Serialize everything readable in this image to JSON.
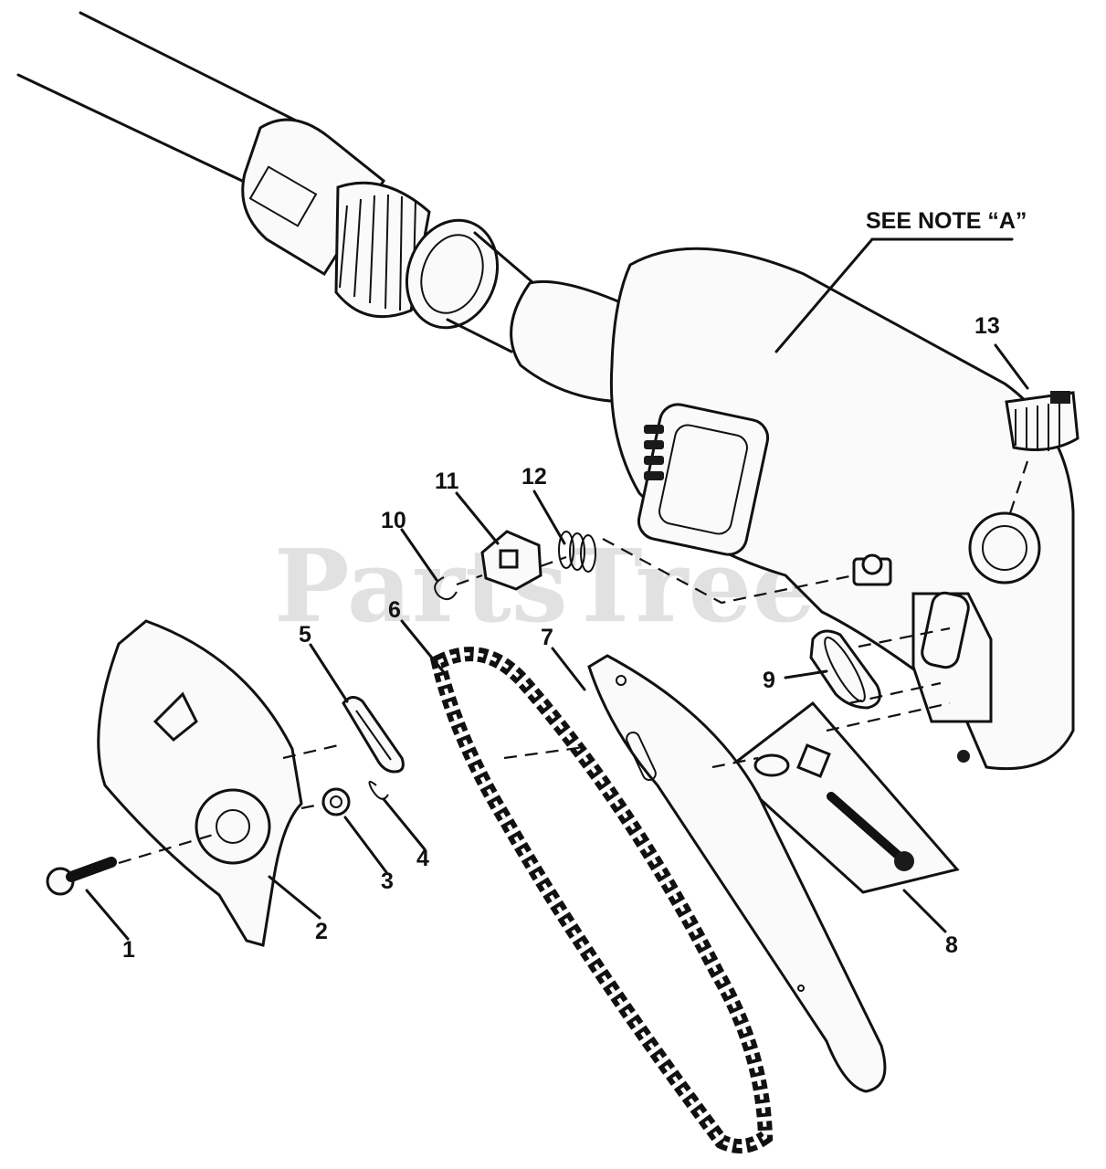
{
  "watermark": "PartsTree",
  "note": "SEE NOTE “A”",
  "parts": [
    "1",
    "2",
    "3",
    "4",
    "5",
    "6",
    "7",
    "8",
    "9",
    "10",
    "11",
    "12",
    "13"
  ]
}
